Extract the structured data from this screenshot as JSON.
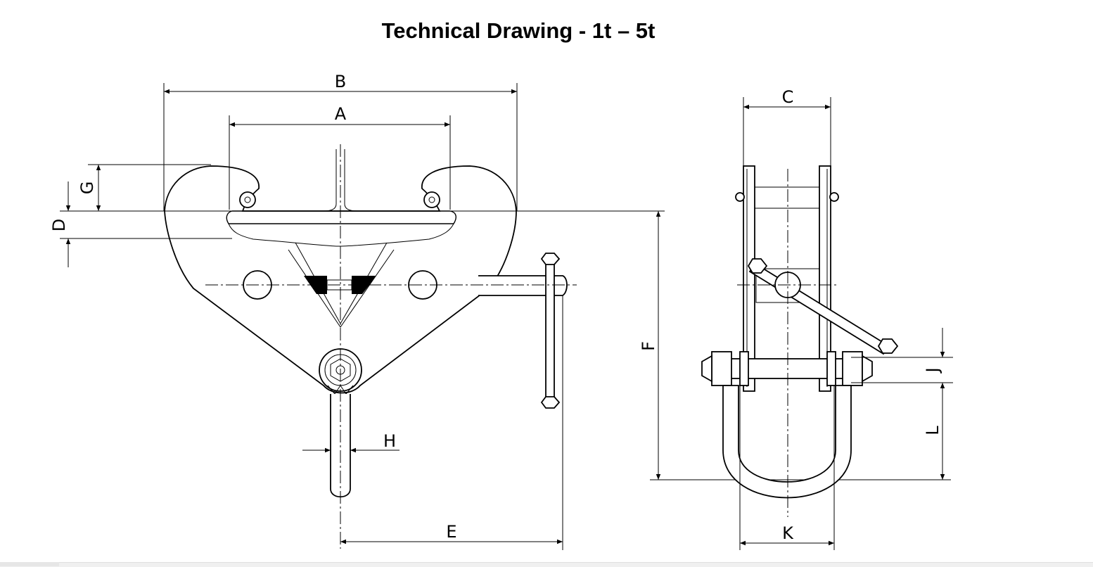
{
  "title": "Technical Drawing - 1t – 5t",
  "labels": {
    "A": "A",
    "B": "B",
    "C": "C",
    "D": "D",
    "E": "E",
    "F": "F",
    "G": "G",
    "H": "H",
    "J": "J",
    "K": "K",
    "L": "L"
  }
}
